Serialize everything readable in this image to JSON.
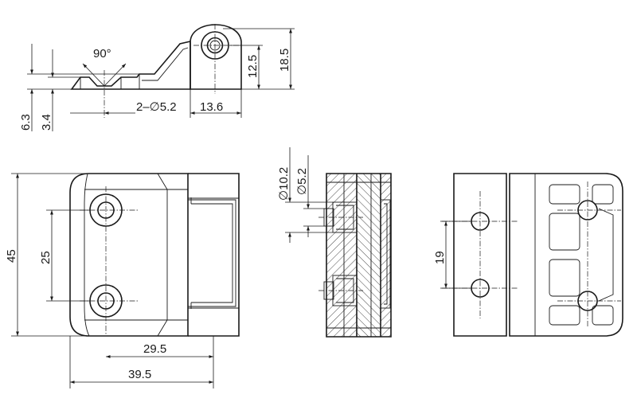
{
  "dimensions": {
    "angle": "90°",
    "d_12_5": "12.5",
    "d_18_5": "18.5",
    "d_6_3": "6.3",
    "d_3_4": "3.4",
    "holes": "2–∅5.2",
    "d_13_6": "13.6",
    "d_45": "45",
    "d_25": "25",
    "d_29_5": "29.5",
    "d_39_5": "39.5",
    "dia_10_2": "∅10.2",
    "dia_5_2": "∅5.2",
    "d_19": "19"
  },
  "colors": {
    "line": "#1a1a1a",
    "background": "#ffffff"
  }
}
